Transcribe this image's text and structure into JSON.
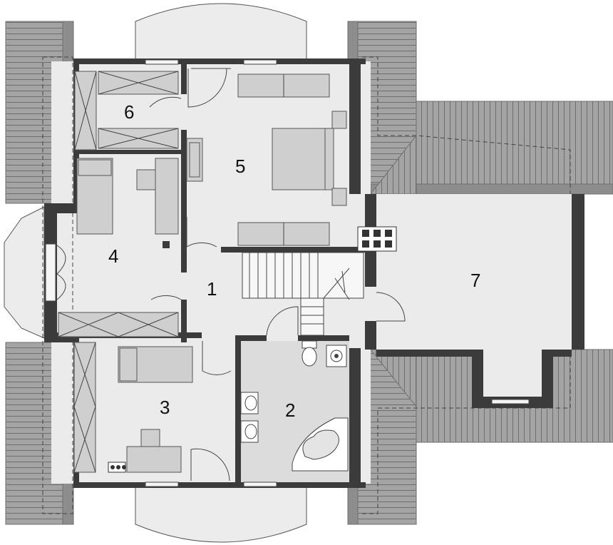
{
  "rooms": [
    {
      "id": "room-1",
      "label": "1"
    },
    {
      "id": "room-2",
      "label": "2"
    },
    {
      "id": "room-3",
      "label": "3"
    },
    {
      "id": "room-4",
      "label": "4"
    },
    {
      "id": "room-5",
      "label": "5"
    },
    {
      "id": "room-6",
      "label": "6"
    },
    {
      "id": "room-7",
      "label": "7"
    }
  ],
  "colors": {
    "wall": "#3b3b3b",
    "roof": "#a4a4a4",
    "floor": "#ebebeb",
    "furniture": "#cfcfcf"
  }
}
